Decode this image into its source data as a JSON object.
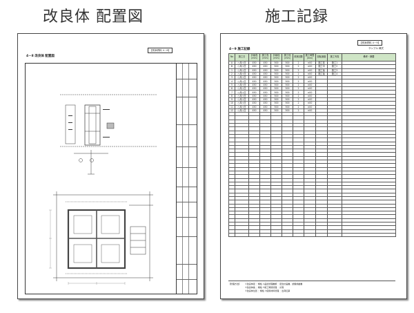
{
  "headings": {
    "left": "改良体 配置図",
    "right": "施工記録"
  },
  "drawing_sheet": {
    "ref": "【別添資料 4－8】",
    "title": "4－8 改良体 配置図"
  },
  "record_sheet": {
    "ref": "【別添資料 4－9】",
    "title": "4－9 施工記録",
    "sample_note": "サンプル 様式",
    "columns": [
      "No",
      "施工日",
      "計画長(mm)",
      "施工長(mm)",
      "計画径(mm)",
      "施工径(mm)",
      "改良回数",
      "施工時間(min)",
      "回転速度",
      "施工写真",
      "備考・摘要"
    ],
    "rows": [
      [
        "A",
        "○月○日",
        "450",
        "450",
        "500",
        "500",
        "2",
        "×00",
        "施工前",
        "施工1",
        ""
      ],
      [
        "B",
        "○月○日",
        "450",
        "450",
        "500",
        "500",
        "2",
        "×00",
        "施工中",
        "施工2",
        ""
      ],
      [
        "1",
        "○月○日",
        "450",
        "450",
        "500",
        "500",
        "2",
        "×00",
        "施工後",
        "施工3",
        ""
      ],
      [
        "2",
        "○月○日",
        "450",
        "450",
        "500",
        "500",
        "2",
        "×00",
        "施工後",
        "施工4",
        ""
      ],
      [
        "3",
        "○月○日",
        "450",
        "450",
        "500",
        "500",
        "2",
        "×00",
        "",
        "",
        ""
      ],
      [
        "4",
        "○月○日",
        "450",
        "450",
        "500",
        "500",
        "2",
        "×00",
        "",
        "",
        ""
      ],
      [
        "5",
        "○月○日",
        "450",
        "450",
        "500",
        "500",
        "2",
        "×00",
        "",
        "",
        ""
      ],
      [
        "6",
        "○月○日",
        "450",
        "450",
        "500",
        "500",
        "2",
        "×00",
        "",
        "",
        ""
      ],
      [
        "7",
        "○月○日",
        "450",
        "450",
        "500",
        "500",
        "2",
        "×00",
        "",
        "",
        ""
      ],
      [
        "8",
        "○月○日",
        "450",
        "450",
        "500",
        "500",
        "2",
        "×00",
        "",
        "",
        ""
      ],
      [
        "9",
        "○月○日",
        "450",
        "450",
        "500",
        "500",
        "2",
        "×00",
        "",
        "",
        ""
      ],
      [
        "10",
        "○月○日",
        "450",
        "450",
        "500",
        "500",
        "2",
        "×00",
        "",
        "",
        ""
      ],
      [
        "11",
        "○月○日",
        "450",
        "450",
        "500",
        "500",
        "2",
        "×00",
        "",
        "",
        ""
      ],
      [
        "12",
        "○月○日",
        "450",
        "450",
        "500",
        "500",
        "2",
        "×00",
        "",
        "",
        ""
      ]
    ],
    "empty_rows": 34,
    "footer_label": "【管理方法】",
    "footer_lines": [
      "①改良体径 ：規格   ②品質管理書類 ：配合計画書、試験成績書",
      "②改良体長 ：規格   ③施工時間管理 ：計測",
      "③改良体位置 ：規格  ④使用材料管理 ：出荷伝票"
    ]
  },
  "colors": {
    "header_fill": "#cfe5c6",
    "drawing_stroke": "#333333",
    "sheet_border": "#444444"
  }
}
